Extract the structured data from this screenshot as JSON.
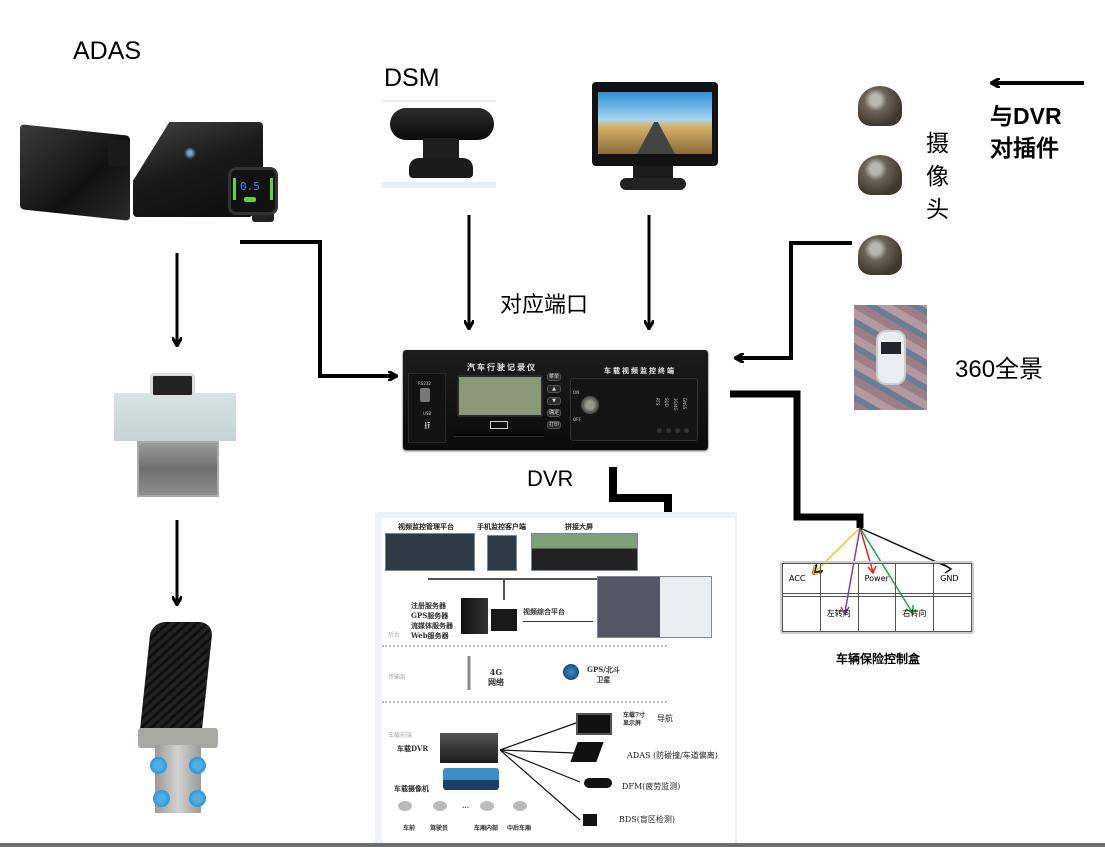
{
  "title": "车载视频监控系统连接示意图",
  "labels": {
    "adas": "ADAS",
    "dsm": "DSM",
    "camera_vertical": [
      "摄",
      "像",
      "头"
    ],
    "plug_note_line1": "与DVR",
    "plug_note_line2": "对插件",
    "panorama": "360全景",
    "port": "对应端口",
    "dvr": "DVR",
    "control_box_title": "车辆保险控制盒"
  },
  "dvr_device": {
    "left_title": "汽车行驶记录仪",
    "right_title": "车载视频监控终端",
    "port_labels": [
      "RS232",
      "USB"
    ],
    "buttons": [
      "菜单",
      "▲",
      "▼",
      "确定",
      "打印"
    ],
    "key_labels": [
      "ON",
      "OFF"
    ],
    "led_labels": [
      "RTS",
      "SDD",
      "3G/4G",
      "GNSS"
    ]
  },
  "adas_display": {
    "value": "0.5"
  },
  "control_box": {
    "rows": [
      [
        "ACC",
        "",
        "Power",
        "",
        "GND"
      ],
      [
        "",
        "",
        "",
        "",
        ""
      ],
      [
        "",
        "左转向",
        "",
        "右转向",
        ""
      ]
    ],
    "wires": [
      {
        "name": "ACC",
        "color": "#f5c518"
      },
      {
        "name": "左转向",
        "color": "#7b3fb8"
      },
      {
        "name": "Power",
        "color": "#e8231f"
      },
      {
        "name": "右转向",
        "color": "#1aa84a"
      },
      {
        "name": "GND",
        "color": "#111111"
      }
    ]
  },
  "platform": {
    "top_captions": [
      "视频监控管理平台",
      "手机监控客户端",
      "拼接大屏"
    ],
    "servers": [
      "注册服务器",
      "GPS服务器",
      "流媒体服务器",
      "Web服务器"
    ],
    "layer_backend": "后台",
    "integrated_platform": "视频综合平台",
    "layer_transport": "传输层",
    "network_line1": "4G",
    "network_line2": "网络",
    "satellite_line1": "GPS/北斗",
    "satellite_line2": "卫星",
    "layer_vehicle": "车载前端",
    "vehicle_dvr": "车载DVR",
    "vehicle_cameras": "车载摄像机",
    "camera_positions": [
      "车前",
      "驾驶员",
      "…",
      "车厢内部",
      "中后车厢"
    ],
    "peripherals": [
      {
        "line1": "车载7寸",
        "line2": "显示屏",
        "extra": "导航"
      },
      {
        "line1": "ADAS (防碰撞/车道偏离)"
      },
      {
        "line1": "DFM(疲劳监测)"
      },
      {
        "line1": "BDS(盲区检测)"
      }
    ]
  },
  "colors": {
    "connector": "#000000",
    "wire_yellow": "#f5c518",
    "wire_purple": "#7b3fb8",
    "wire_red": "#e8231f",
    "wire_green": "#1aa84a",
    "wire_black": "#111111"
  }
}
